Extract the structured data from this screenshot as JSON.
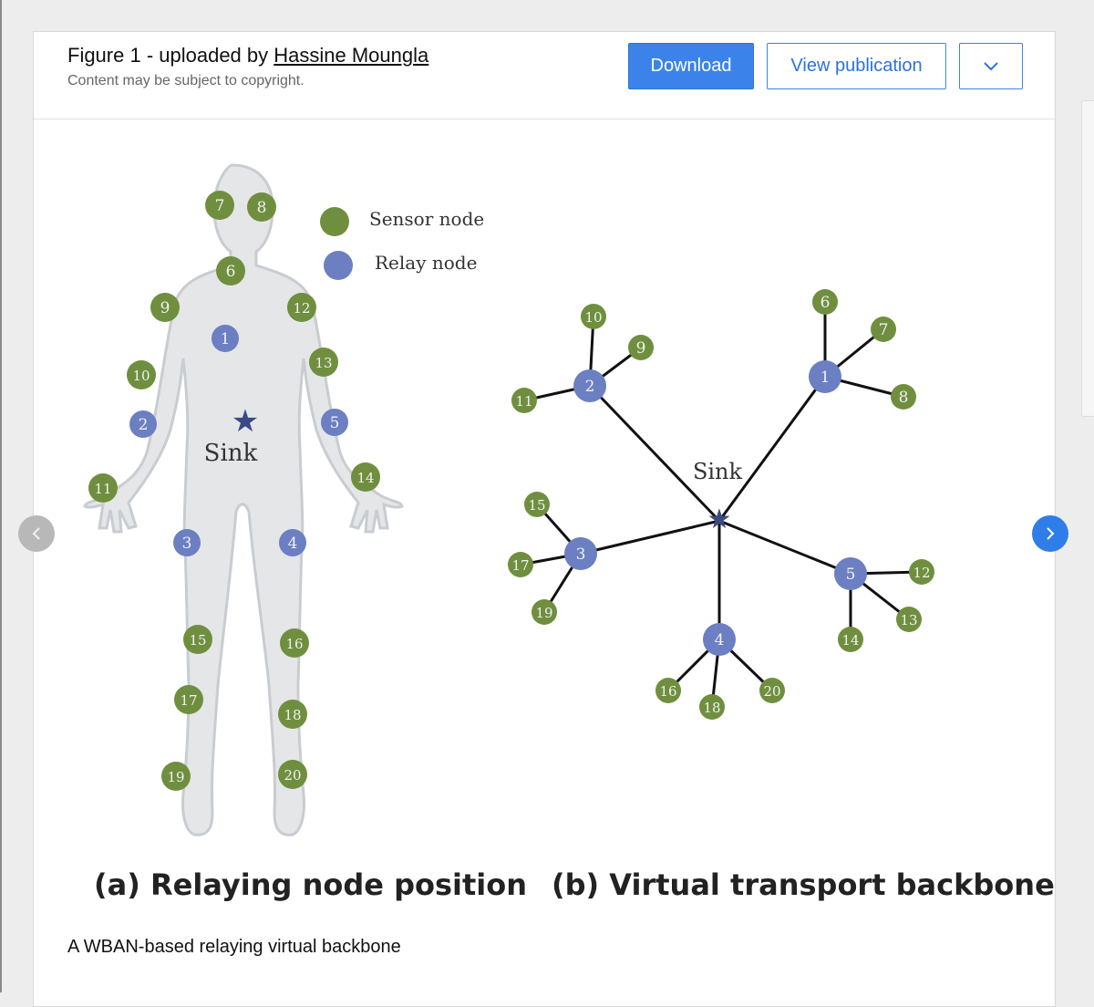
{
  "header": {
    "title_prefix": "Figure 1 - uploaded by",
    "author": "Hassine Moungla",
    "notice": "Content may be subject to copyright.",
    "download_label": "Download",
    "view_publication_label": "View publication"
  },
  "figure": {
    "legend_sensor": "Sensor node",
    "legend_relay": "Relay node",
    "sink_label": "Sink",
    "panel_a_caption": "(a) Relaying node position",
    "panel_b_caption": "(b) Virtual transport backbone",
    "colors": {
      "sensor": "#6f8f3f",
      "relay": "#6b7fc2",
      "human_fill": "#e4e6e8"
    },
    "body_nodes": [
      {
        "id": "7",
        "type": "sensor"
      },
      {
        "id": "8",
        "type": "sensor"
      },
      {
        "id": "6",
        "type": "sensor"
      },
      {
        "id": "9",
        "type": "sensor"
      },
      {
        "id": "12",
        "type": "sensor"
      },
      {
        "id": "1",
        "type": "relay"
      },
      {
        "id": "10",
        "type": "sensor"
      },
      {
        "id": "13",
        "type": "sensor"
      },
      {
        "id": "2",
        "type": "relay"
      },
      {
        "id": "5",
        "type": "relay"
      },
      {
        "id": "14",
        "type": "sensor"
      },
      {
        "id": "11",
        "type": "sensor"
      },
      {
        "id": "3",
        "type": "relay"
      },
      {
        "id": "4",
        "type": "relay"
      },
      {
        "id": "15",
        "type": "sensor"
      },
      {
        "id": "16",
        "type": "sensor"
      },
      {
        "id": "17",
        "type": "sensor"
      },
      {
        "id": "18",
        "type": "sensor"
      },
      {
        "id": "19",
        "type": "sensor"
      },
      {
        "id": "20",
        "type": "sensor"
      }
    ],
    "backbone": [
      {
        "relay": "2",
        "sensors": [
          "10",
          "9",
          "11"
        ]
      },
      {
        "relay": "1",
        "sensors": [
          "6",
          "7",
          "8"
        ]
      },
      {
        "relay": "3",
        "sensors": [
          "15",
          "17",
          "19"
        ]
      },
      {
        "relay": "5",
        "sensors": [
          "12",
          "13",
          "14"
        ]
      },
      {
        "relay": "4",
        "sensors": [
          "16",
          "18",
          "20"
        ]
      }
    ]
  },
  "caption": "A WBAN-based relaying virtual backbone"
}
